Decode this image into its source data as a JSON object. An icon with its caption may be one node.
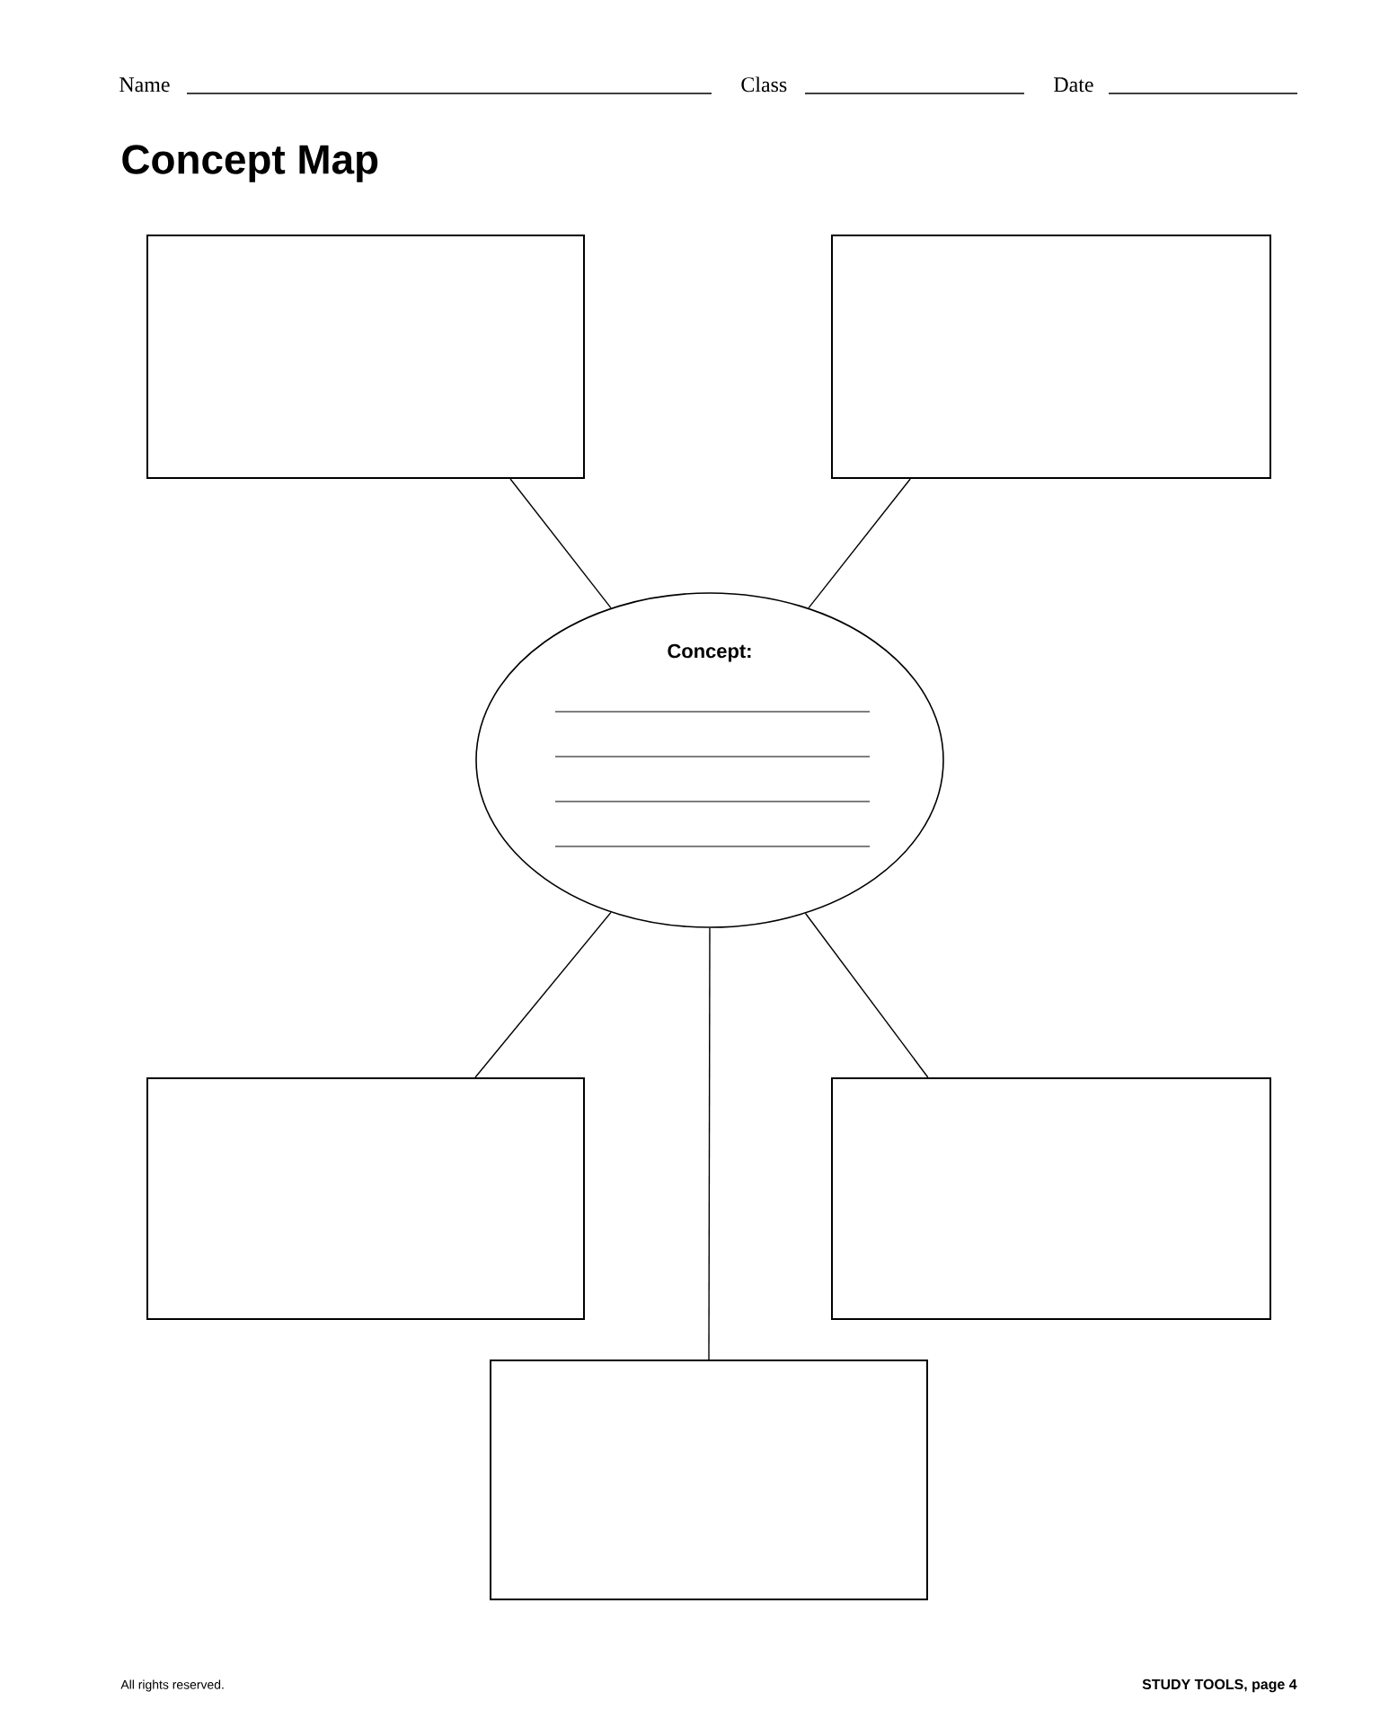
{
  "diagram": {
    "title": "Concept Map",
    "nodes": [
      {
        "text": [
          "Concept:"
        ]
      },
      {
        "text": [],
        "shape": "box"
      },
      {
        "text": [],
        "shape": "box"
      },
      {
        "text": [],
        "shape": "box"
      },
      {
        "text": [],
        "shape": "box"
      },
      {
        "text": [],
        "shape": "box"
      }
    ],
    "edges": [
      {
        "from": 0,
        "to": 1,
        "arrow": "none"
      },
      {
        "from": 0,
        "to": 2,
        "arrow": "none"
      },
      {
        "from": 0,
        "to": 3,
        "arrow": "none"
      },
      {
        "from": 0,
        "to": 4,
        "arrow": "none"
      },
      {
        "from": 0,
        "to": 5,
        "arrow": "none"
      }
    ],
    "labels": [
      "Name",
      "Class",
      "Date",
      "All rights reserved.",
      "STUDY TOOLS, page 4"
    ]
  }
}
